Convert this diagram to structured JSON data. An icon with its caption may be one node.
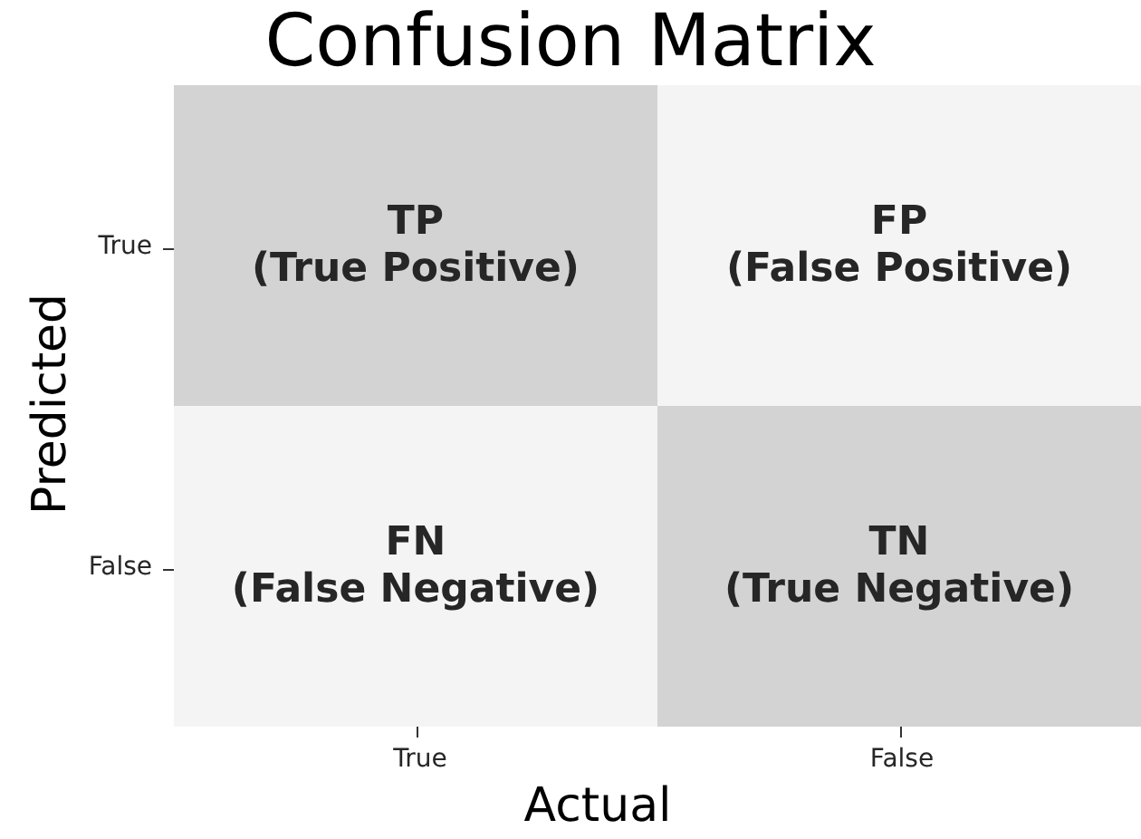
{
  "diagram": {
    "title": "Confusion Matrix",
    "nodes": [
      {
        "text": [
          "TP",
          "(True Positive)"
        ]
      },
      {
        "text": [
          "FP",
          "(False Positive)"
        ]
      },
      {
        "text": [
          "FN",
          "(False Negative)"
        ]
      },
      {
        "text": [
          "TN",
          "(True Negative)"
        ]
      }
    ],
    "labels": [
      "True",
      "False",
      "Predicted",
      "True",
      "False",
      "Actual"
    ]
  }
}
